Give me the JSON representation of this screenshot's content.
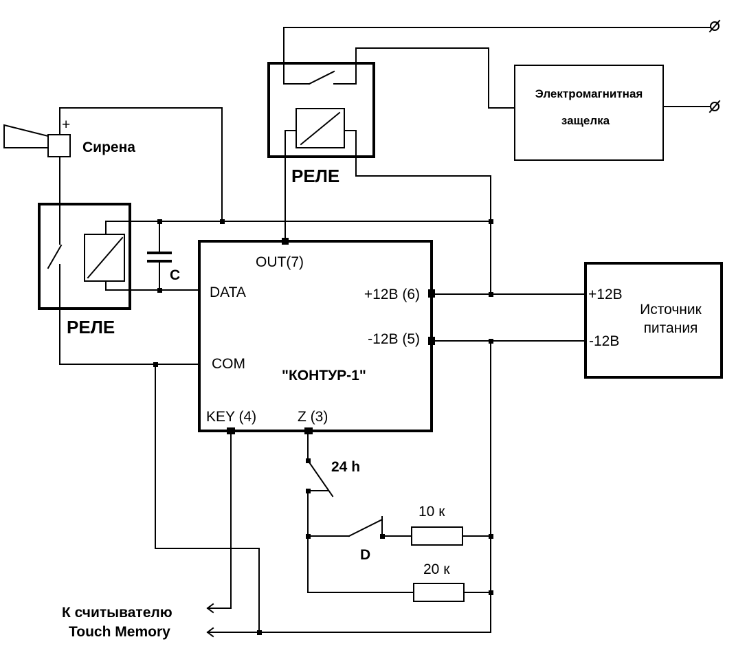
{
  "siren": {
    "label": "Сирена",
    "plus": "+"
  },
  "relays": {
    "left_label": "РЕЛЕ",
    "top_label": "РЕЛЕ"
  },
  "capacitor": {
    "label": "C"
  },
  "latch": {
    "line1": "Электромагнитная",
    "line2": "защелка"
  },
  "controller": {
    "name": "\"КОНТУР-1\"",
    "out": "OUT(7)",
    "data": "DATA",
    "com": "COM",
    "plus12": "+12В (6)",
    "minus12": "-12В (5)",
    "key": "KEY (4)",
    "z": "Z (3)"
  },
  "power": {
    "plus": "+12В",
    "minus": "-12В",
    "name1": "Источник",
    "name2": "питания"
  },
  "zone": {
    "switch_24h": "24 h",
    "switch_d": "D",
    "r1": "10 к",
    "r2": "20 к"
  },
  "reader": {
    "line1": "К считывателю",
    "line2": "Touch Memory"
  }
}
